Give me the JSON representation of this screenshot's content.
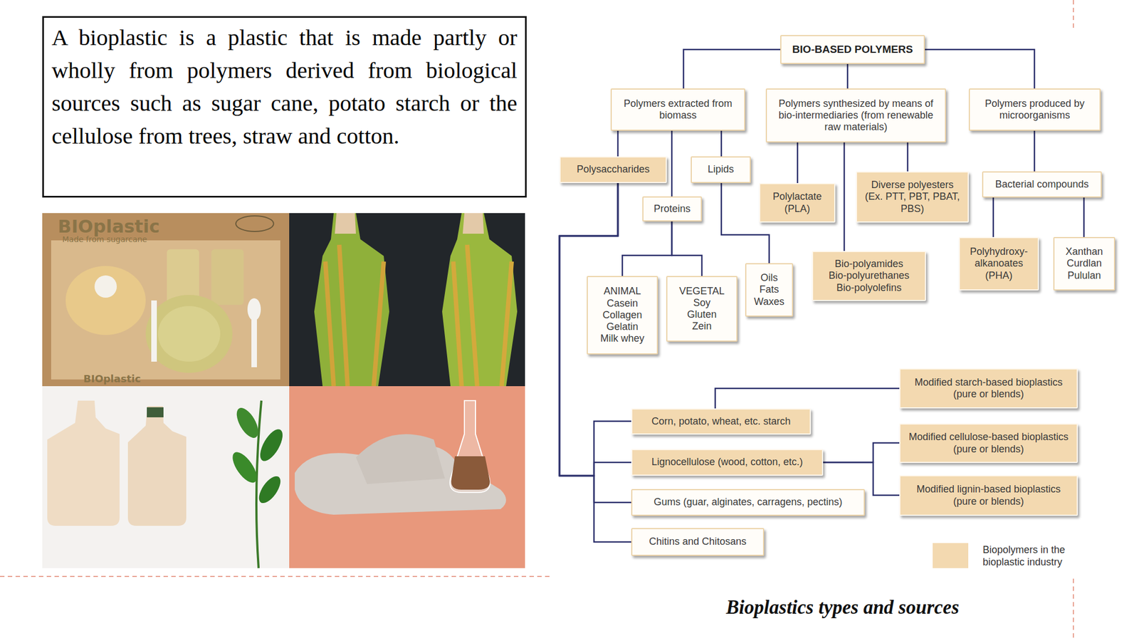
{
  "diagram": {
    "caption": "Bioplastics types and sources",
    "nodes": [
      {
        "text": [
          "A bioplastic is a plastic that is made partly or wholly from polymers derived from biological sources such as sugar cane, potato starch or the cellulose from trees, straw and cotton."
        ]
      },
      {
        "text": [
          "BIO-BASED POLYMERS"
        ]
      },
      {
        "text": [
          "Polymers extracted from biomass"
        ]
      },
      {
        "text": [
          "Polymers synthesized by means of bio-intermediaries (from renewable raw materials)"
        ]
      },
      {
        "text": [
          "Polymers produced by microorganisms"
        ]
      },
      {
        "text": [
          "Polysaccharides"
        ]
      },
      {
        "text": [
          "Lipids"
        ]
      },
      {
        "text": [
          "Polylactate (PLA)"
        ]
      },
      {
        "text": [
          "Diverse polyesters (Ex. PTT, PBT, PBAT, PBS)"
        ]
      },
      {
        "text": [
          "Bacterial compounds"
        ]
      },
      {
        "text": [
          "Proteins"
        ]
      },
      {
        "text": [
          "ANIMAL",
          "Casein Collagen Gelatin Milk whey"
        ]
      },
      {
        "text": [
          "VEGETAL",
          "Soy Gluten Zein"
        ]
      },
      {
        "text": [
          "Oils Fats Waxes"
        ]
      },
      {
        "text": [
          "Bio-polyamides Bio-polyurethanes Bio-polyolefins"
        ]
      },
      {
        "text": [
          "Polyhydroxy-alkanoates (PHA)"
        ]
      },
      {
        "text": [
          "Xanthan Curdlan Pululan"
        ]
      },
      {
        "text": [
          "Modified starch-based bioplastics (pure or blends)"
        ]
      },
      {
        "text": [
          "Corn, potato, wheat, etc. starch"
        ]
      },
      {
        "text": [
          "Modified cellulose-based bioplastics (pure or blends)"
        ]
      },
      {
        "text": [
          "Lignocellulose (wood, cotton, etc.)"
        ]
      },
      {
        "text": [
          "Modified lignin-based bioplastics (pure or blends)"
        ]
      },
      {
        "text": [
          "Gums (guar, alginates, carragens, pectins)"
        ]
      },
      {
        "text": [
          "Chitins and Chitosans"
        ]
      }
    ],
    "edges": [
      {
        "from": 1,
        "to": 2,
        "arrow": "none"
      },
      {
        "from": 1,
        "to": 3,
        "arrow": "none"
      },
      {
        "from": 1,
        "to": 4,
        "arrow": "none"
      },
      {
        "from": 2,
        "to": 5,
        "arrow": "none"
      },
      {
        "from": 2,
        "to": 10,
        "arrow": "none"
      },
      {
        "from": 2,
        "to": 6,
        "arrow": "none"
      },
      {
        "from": 5,
        "to": 18,
        "arrow": "none"
      },
      {
        "from": 5,
        "to": 20,
        "arrow": "none"
      },
      {
        "from": 5,
        "to": 22,
        "arrow": "none"
      },
      {
        "from": 5,
        "to": 23,
        "arrow": "none"
      },
      {
        "from": 10,
        "to": 11,
        "arrow": "none"
      },
      {
        "from": 10,
        "to": 12,
        "arrow": "none"
      },
      {
        "from": 6,
        "to": 13,
        "arrow": "none"
      },
      {
        "from": 3,
        "to": 7,
        "arrow": "none"
      },
      {
        "from": 3,
        "to": 14,
        "arrow": "none"
      },
      {
        "from": 3,
        "to": 8,
        "arrow": "none"
      },
      {
        "from": 4,
        "to": 9,
        "arrow": "none"
      },
      {
        "from": 9,
        "to": 15,
        "arrow": "none"
      },
      {
        "from": 9,
        "to": 16,
        "arrow": "none"
      },
      {
        "from": 18,
        "to": 17,
        "arrow": "none"
      },
      {
        "from": 20,
        "to": 19,
        "arrow": "none"
      },
      {
        "from": 20,
        "to": 21,
        "arrow": "none"
      }
    ],
    "labels": [
      "BIOplastic",
      "Made from sugarcane",
      "BIOplastic"
    ],
    "legend": [
      {
        "text": "Biopolymers in the bioplastic industry",
        "color": "#f3d9b0"
      }
    ]
  }
}
